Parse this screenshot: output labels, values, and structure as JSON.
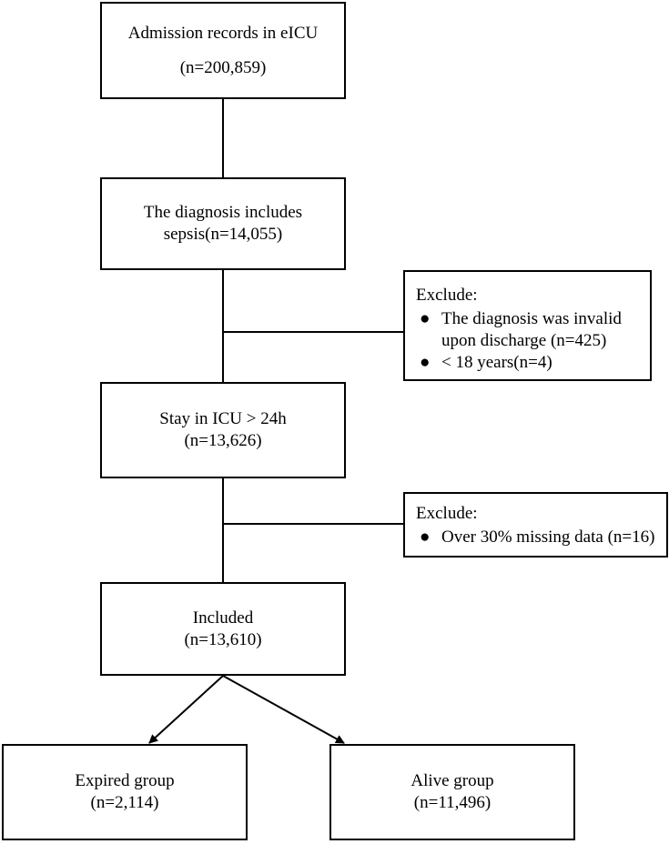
{
  "flowchart": {
    "admission": {
      "line1": "Admission records in eICU",
      "line2": "(n=200,859)"
    },
    "diagnosis": {
      "line1": "The diagnosis includes",
      "line2": "sepsis(n=14,055)"
    },
    "exclude1": {
      "title": "Exclude:",
      "items": [
        {
          "line1": "The diagnosis was invalid",
          "line2": "upon discharge (n=425)"
        },
        {
          "line1": "< 18 years(n=4)"
        }
      ]
    },
    "stay": {
      "line1": "Stay in ICU > 24h",
      "line2": "(n=13,626)"
    },
    "exclude2": {
      "title": "Exclude:",
      "items": [
        {
          "line1": "Over 30% missing data (n=16)"
        }
      ]
    },
    "included": {
      "line1": "Included",
      "line2": "(n=13,610)"
    },
    "expired": {
      "line1": "Expired group",
      "line2": "(n=2,114)"
    },
    "alive": {
      "line1": "Alive group",
      "line2": "(n=11,496)"
    },
    "bullet_glyph": "●"
  }
}
